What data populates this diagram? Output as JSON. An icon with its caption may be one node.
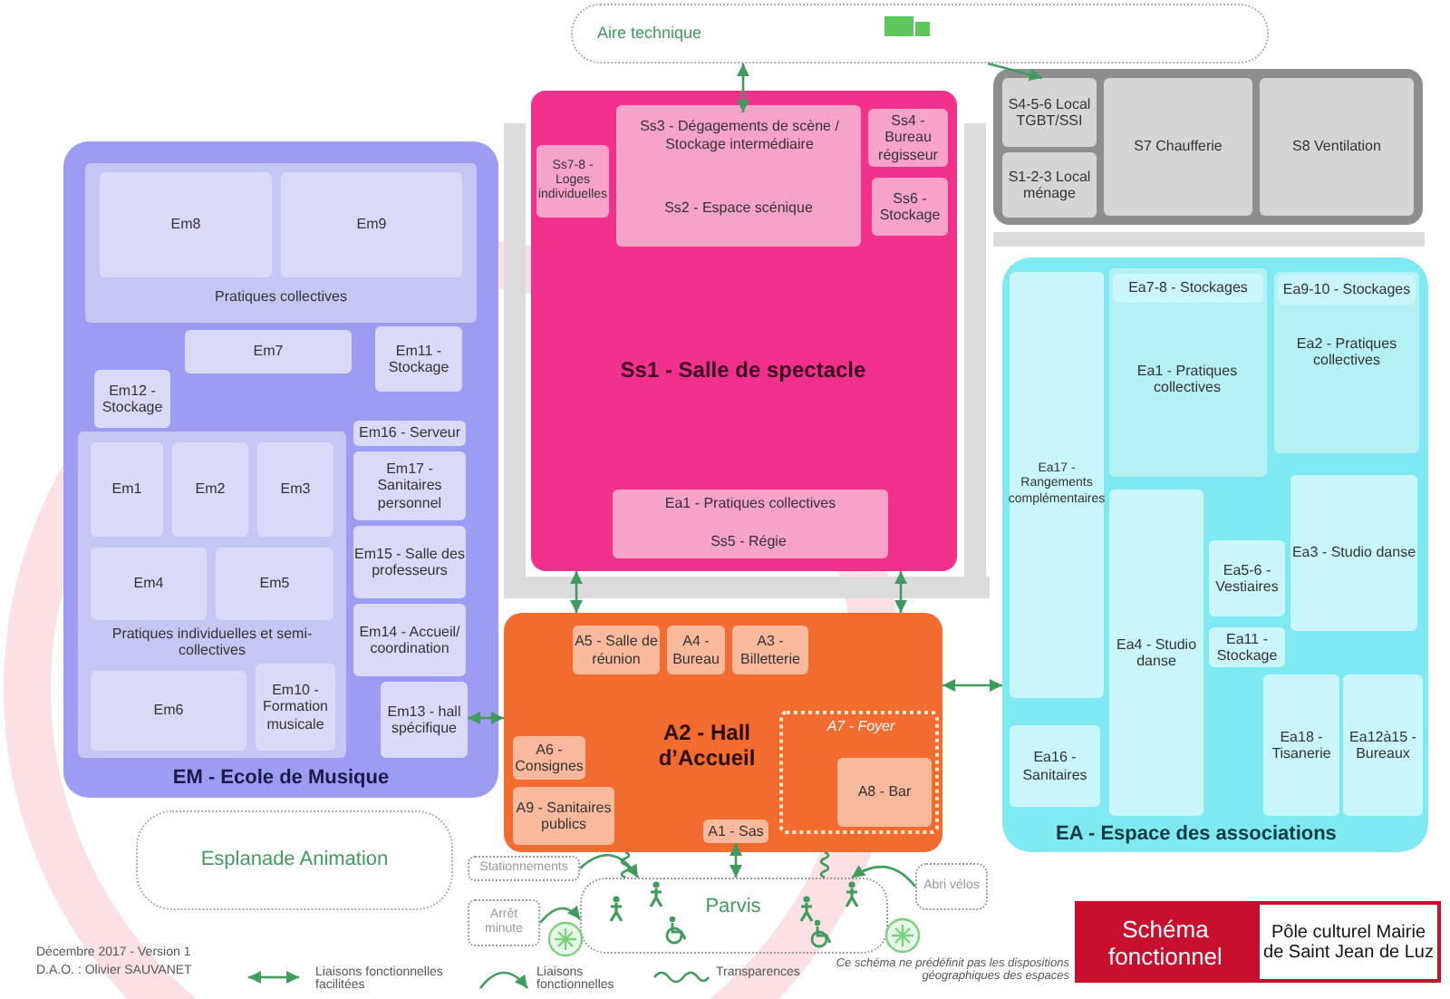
{
  "diagram": {
    "title": "Schéma fonctionnel",
    "nodes": [
      {
        "text": [
          "Aire technique"
        ]
      },
      {
        "text": [
          "EM - Ecole de Musique"
        ]
      },
      {
        "text": [
          "Pratiques collectives"
        ],
        "in": 1
      },
      {
        "text": [
          "Em8"
        ],
        "in": 2
      },
      {
        "text": [
          "Em9"
        ],
        "in": 2
      },
      {
        "text": [
          "Em7"
        ],
        "in": 1
      },
      {
        "text": [
          "Em11 - Stockage"
        ],
        "in": 1
      },
      {
        "text": [
          "Em12 - Stockage"
        ],
        "in": 1
      },
      {
        "text": [
          "Pratiques individuelles et semi-collectives"
        ],
        "in": 1
      },
      {
        "text": [
          "Em1"
        ],
        "in": 8
      },
      {
        "text": [
          "Em2"
        ],
        "in": 8
      },
      {
        "text": [
          "Em3"
        ],
        "in": 8
      },
      {
        "text": [
          "Em4"
        ],
        "in": 8
      },
      {
        "text": [
          "Em5"
        ],
        "in": 8
      },
      {
        "text": [
          "Em6"
        ],
        "in": 8
      },
      {
        "text": [
          "Em10 - Formation musicale"
        ],
        "in": 8
      },
      {
        "text": [
          "Em16 - Serveur"
        ],
        "in": 1
      },
      {
        "text": [
          "Em17 - Sanitaires personnel"
        ],
        "in": 1
      },
      {
        "text": [
          "Em15 - Salle des professeurs"
        ],
        "in": 1
      },
      {
        "text": [
          "Em14 - Accueil/ coordination"
        ],
        "in": 1
      },
      {
        "text": [
          "Em13 - hall spécifique"
        ],
        "in": 1
      },
      {
        "text": [
          "Ss1 - Salle de spectacle"
        ]
      },
      {
        "text": [
          "Ss2 - Espace scénique"
        ],
        "in": 21
      },
      {
        "text": [
          "Ss3 - Dégagements de scène / Stockage intermédiaire"
        ],
        "in": 22
      },
      {
        "text": [
          "Ss4 - Bureau régisseur"
        ],
        "in": 21
      },
      {
        "text": [
          "Ss6 - Stockage"
        ],
        "in": 21
      },
      {
        "text": [
          "Ss7-8 - Loges individuelles"
        ],
        "in": 21
      },
      {
        "text": [
          "Ea1 - Pratiques collectives"
        ],
        "in": 21
      },
      {
        "text": [
          "Ss5 - Régie"
        ],
        "in": 27
      },
      {
        "text": [],
        "shape": "box"
      },
      {
        "text": [
          "S4-5-6 Local TGBT/SSI"
        ],
        "in": 29
      },
      {
        "text": [
          "S1-2-3 Local ménage"
        ],
        "in": 29
      },
      {
        "text": [
          "S7 Chaufferie"
        ],
        "in": 29
      },
      {
        "text": [
          "S8 Ventilation"
        ],
        "in": 29
      },
      {
        "text": [
          "EA - Espace des associations"
        ]
      },
      {
        "text": [
          "Ea17 - Rangements complémentaires"
        ],
        "in": 34
      },
      {
        "text": [
          "Ea1 - Pratiques collectives"
        ],
        "in": 34
      },
      {
        "text": [
          "Ea7-8 - Stockages"
        ],
        "in": 36
      },
      {
        "text": [
          "Ea2 - Pratiques collectives"
        ],
        "in": 34
      },
      {
        "text": [
          "Ea9-10 - Stockages"
        ],
        "in": 38
      },
      {
        "text": [
          "Ea3 - Studio danse"
        ],
        "in": 34
      },
      {
        "text": [
          "Ea4 - Studio danse"
        ],
        "in": 34
      },
      {
        "text": [
          "Ea5-6 - Vestiaires"
        ],
        "in": 34
      },
      {
        "text": [
          "Ea11 - Stockage"
        ],
        "in": 34
      },
      {
        "text": [
          "Ea16 - Sanitaires"
        ],
        "in": 34
      },
      {
        "text": [
          "Ea18 - Tisanerie"
        ],
        "in": 34
      },
      {
        "text": [
          "Ea12à15 - Bureaux"
        ],
        "in": 34
      },
      {
        "text": [
          "A2 - Hall d’Accueil"
        ]
      },
      {
        "text": [
          "A5 - Salle de réunion"
        ],
        "in": 47
      },
      {
        "text": [
          "A4 - Bureau"
        ],
        "in": 47
      },
      {
        "text": [
          "A3 - Billetterie"
        ],
        "in": 47
      },
      {
        "text": [
          "A6 - Consignes"
        ],
        "in": 47
      },
      {
        "text": [
          "A9 - Sanitaires publics"
        ],
        "in": 47
      },
      {
        "text": [
          "A7 - Foyer"
        ],
        "in": 47
      },
      {
        "text": [
          "A8 - Bar"
        ],
        "in": 53
      },
      {
        "text": [
          "A1 - Sas"
        ],
        "in": 47
      },
      {
        "text": [
          "Parvis"
        ]
      },
      {
        "text": [
          "Stationnements"
        ]
      },
      {
        "text": [
          "Arrêt minute"
        ]
      },
      {
        "text": [
          "Abri vélos"
        ]
      },
      {
        "text": [
          "Esplanade Animation"
        ]
      }
    ],
    "edges": [
      {
        "from": 0,
        "to": 23,
        "arrow": "both"
      },
      {
        "from": 0,
        "to": 30,
        "arrow": "to"
      },
      {
        "from": 21,
        "to": 47,
        "arrow": "both"
      },
      {
        "from": 21,
        "to": 47,
        "arrow": "both"
      },
      {
        "from": 47,
        "to": 20,
        "arrow": "both"
      },
      {
        "from": 47,
        "to": 34,
        "arrow": "both"
      },
      {
        "from": 55,
        "to": 56,
        "arrow": "both"
      },
      {
        "from": 47,
        "to": 56,
        "arrow": "none"
      },
      {
        "from": 47,
        "to": 56,
        "arrow": "none"
      },
      {
        "from": 57,
        "to": 56,
        "arrow": "to"
      },
      {
        "from": 58,
        "to": 56,
        "arrow": "to"
      },
      {
        "from": 59,
        "to": 56,
        "arrow": "to"
      }
    ],
    "labels": [
      "Ce schéma ne prédéfinit pas les dispositions géographiques des espaces",
      "Pôle culturel Mairie de Saint Jean de Luz",
      "Décembre 2017 - Version 1",
      "D.A.O. : Olivier SAUVANET"
    ],
    "legend": [
      {
        "text": "Liaisons fonctionnelles facilitées"
      },
      {
        "text": "Liaisons fonctionnelles"
      },
      {
        "text": "Transparences"
      }
    ]
  }
}
